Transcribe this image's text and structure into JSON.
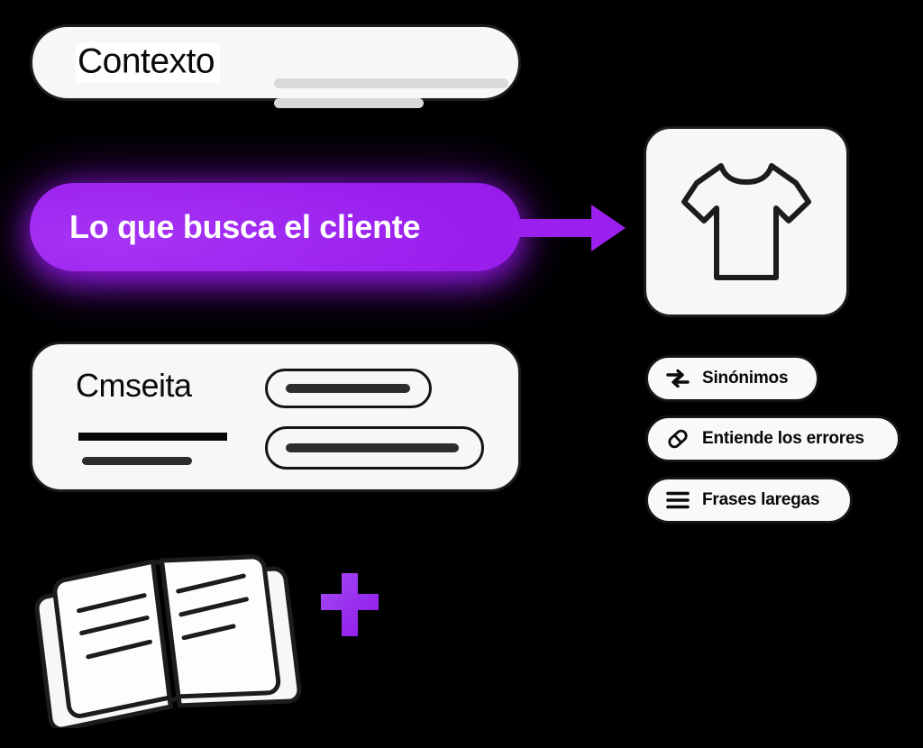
{
  "canvas": {
    "background_color": "#000000",
    "card_fill": "#f7f7f7",
    "card_stroke": "#1c1c1c",
    "accent_purple": "#9b20ee",
    "glow_purple": "#8b17e0",
    "ghost_gray": "#d9d9d9"
  },
  "context_bar": {
    "label": "Contexto",
    "ghost_lines": 2
  },
  "cta": {
    "label": "Lo que busca el cliente",
    "text_color": "#ffffff",
    "background_color": "#9b20ee"
  },
  "arrow": {
    "icon": "arrow-right-icon",
    "color": "#9b20ee"
  },
  "product_card": {
    "icon": "t-shirt-icon",
    "stroke_color": "#1c1c1c"
  },
  "result_card": {
    "label": "Cmseita",
    "rules": 2,
    "pills": 2
  },
  "feature_chips": [
    {
      "icon": "sort-arrows-icon",
      "label": "Sinónimos"
    },
    {
      "icon": "eraser-icon",
      "label": "Entiende los errores"
    },
    {
      "icon": "menu-lines-icon",
      "label": "Frases laregas"
    }
  ],
  "dictionary": {
    "icon": "open-book-icon",
    "left_page_lines": 3,
    "right_page_lines": 3
  },
  "plus": {
    "icon": "plus-icon",
    "color": "#9b20ee"
  }
}
